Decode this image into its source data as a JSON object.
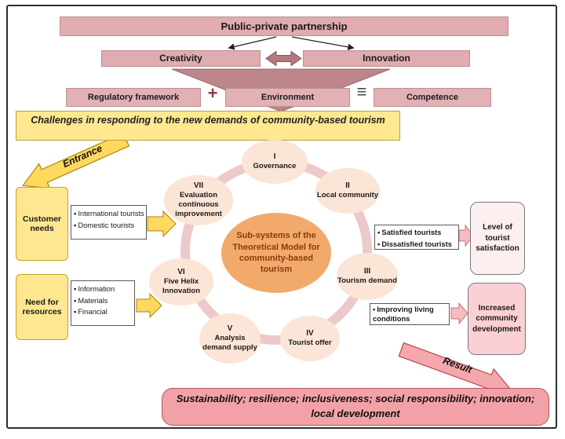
{
  "header": {
    "partnership": "Public-private partnership",
    "creativity": "Creativity",
    "innovation": "Innovation",
    "plus_symbol": "+",
    "equiv_symbol": "≡",
    "factors": [
      "Regulatory framework",
      "Environment",
      "Competence"
    ]
  },
  "challenges_banner": "Challenges in responding to the new demands of community-based tourism",
  "entrance_label": "Entrance",
  "inputs": {
    "customer_needs_label": "Customer needs",
    "customer_items": [
      "International tourists",
      "Domestic tourists"
    ],
    "resources_label": "Need for resources",
    "resource_items": [
      "Information",
      "Materials",
      "Financial"
    ]
  },
  "model": {
    "center_label": "Sub-systems of the Theoretical Model for community-based tourism",
    "subsystems": [
      {
        "numeral": "I",
        "label": "Governance"
      },
      {
        "numeral": "II",
        "label": "Local community"
      },
      {
        "numeral": "III",
        "label": "Tourism demand"
      },
      {
        "numeral": "IV",
        "label": "Tourist offer"
      },
      {
        "numeral": "V",
        "label": "Analysis demand supply"
      },
      {
        "numeral": "VI",
        "label": "Five Helix Innovation"
      },
      {
        "numeral": "VII",
        "label": "Evaluation continuous improvement"
      }
    ]
  },
  "outcomes": {
    "satisfaction_items": [
      "Satisfied tourists",
      "Dissatisfied tourists"
    ],
    "satisfaction_box": "Level of tourist satisfaction",
    "living_items": [
      "Improving living conditions"
    ],
    "development_box": "Increased community development"
  },
  "result_label": "Result",
  "bottom_banner": "Sustainability; resilience; inclusiveness; social responsibility; innovation; local development",
  "colors": {
    "banner_pink": "#e0acb0",
    "arrow_mauve": "#bc868a",
    "challenge_yellow": "#ffe88f",
    "gold_arrow": "#ffd95e",
    "ring_pink": "#edc9cc",
    "node_peach": "#fbe5d6",
    "center_orange": "#f2aa6c",
    "satisfaction_box_pink": "#fdeef0",
    "development_box_pink": "#fbd0d4",
    "result_pink": "#f5a8ac",
    "bottom_banner_pink": "#f2a2a6"
  }
}
